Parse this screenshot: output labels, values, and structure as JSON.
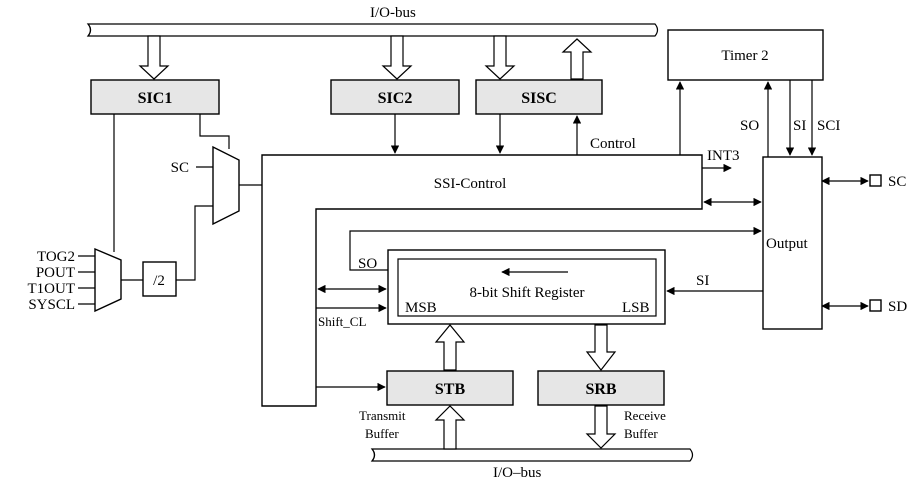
{
  "io_bus_top": "I/O-bus",
  "io_bus_bottom": "I/O–bus",
  "blocks": {
    "sic1": "SIC1",
    "sic2": "SIC2",
    "sisc": "SISC",
    "timer2": "Timer 2",
    "ssi_control": "SSI-Control",
    "output": "Output",
    "shift_register": "8-bit Shift Register",
    "stb": "STB",
    "srb": "SRB",
    "divider": "/2"
  },
  "labels": {
    "control": "Control",
    "int3": "INT3",
    "so_timer": "SO",
    "si_timer": "SI",
    "sci_timer": "SCI",
    "sc_mux": "SC",
    "so_reg": "SO",
    "si_reg": "SI",
    "msb": "MSB",
    "lsb": "LSB",
    "shift_cl": "Shift_CL",
    "transmit_buffer_1": "Transmit",
    "transmit_buffer_2": "Buffer",
    "receive_buffer_1": "Receive",
    "receive_buffer_2": "Buffer",
    "pin_sc": "SC",
    "pin_sd": "SD"
  },
  "mux_inputs": [
    "TOG2",
    "POUT",
    "T1OUT",
    "SYSCL"
  ]
}
